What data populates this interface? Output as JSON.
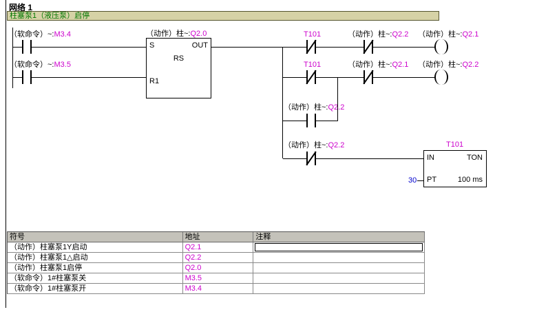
{
  "colors": {
    "address": "#cc00cc",
    "timer_name": "#cc00cc",
    "preset": "#0000cc",
    "network_comment_text": "#007700",
    "network_comment_bg": "#d6d2a6"
  },
  "network": {
    "title": "网络 1",
    "comment": "柱塞泵1（液压泵）启停"
  },
  "ladder": {
    "row1": {
      "left_contact": {
        "prefix": "（软命令）~:",
        "addr": "M3.4"
      },
      "block_label": {
        "prefix": "（动作）柱~:",
        "addr": "Q2.0"
      },
      "timer_contact_label": "T101",
      "mid_contact": {
        "prefix": "（动作）柱~:",
        "addr": "Q2.2"
      },
      "coil": {
        "prefix": "（动作）柱~:",
        "addr": "Q2.1"
      }
    },
    "row2": {
      "left_contact": {
        "prefix": "（软命令）~:",
        "addr": "M3.5"
      },
      "timer_contact_label": "T101",
      "mid_contact": {
        "prefix": "（动作）柱~:",
        "addr": "Q2.1"
      },
      "coil": {
        "prefix": "（动作）柱~:",
        "addr": "Q2.2"
      }
    },
    "row3": {
      "contact": {
        "prefix": "（动作）柱~:",
        "addr": "Q2.2"
      }
    },
    "row4": {
      "contact": {
        "prefix": "（动作）柱~:",
        "addr": "Q2.2"
      }
    },
    "rs_block": {
      "pin_s": "S",
      "pin_out": "OUT",
      "type": "RS",
      "pin_r1": "R1"
    },
    "timer": {
      "name": "T101",
      "pin_in": "IN",
      "type": "TON",
      "pin_pt": "PT",
      "preset": "30",
      "base": "100 ms"
    }
  },
  "symbol_table": {
    "headers": {
      "symbol": "符号",
      "address": "地址",
      "comment": "注释"
    },
    "rows": [
      {
        "symbol": "（动作）柱塞泵1Y启动",
        "address": "Q2.1",
        "comment": ""
      },
      {
        "symbol": "（动作）柱塞泵1△启动",
        "address": "Q2.2",
        "comment": ""
      },
      {
        "symbol": "（动作）柱塞泵1启停",
        "address": "Q2.0",
        "comment": ""
      },
      {
        "symbol": "（软命令）1#柱塞泵关",
        "address": "M3.5",
        "comment": ""
      },
      {
        "symbol": "（软命令）1#柱塞泵开",
        "address": "M3.4",
        "comment": ""
      }
    ]
  }
}
